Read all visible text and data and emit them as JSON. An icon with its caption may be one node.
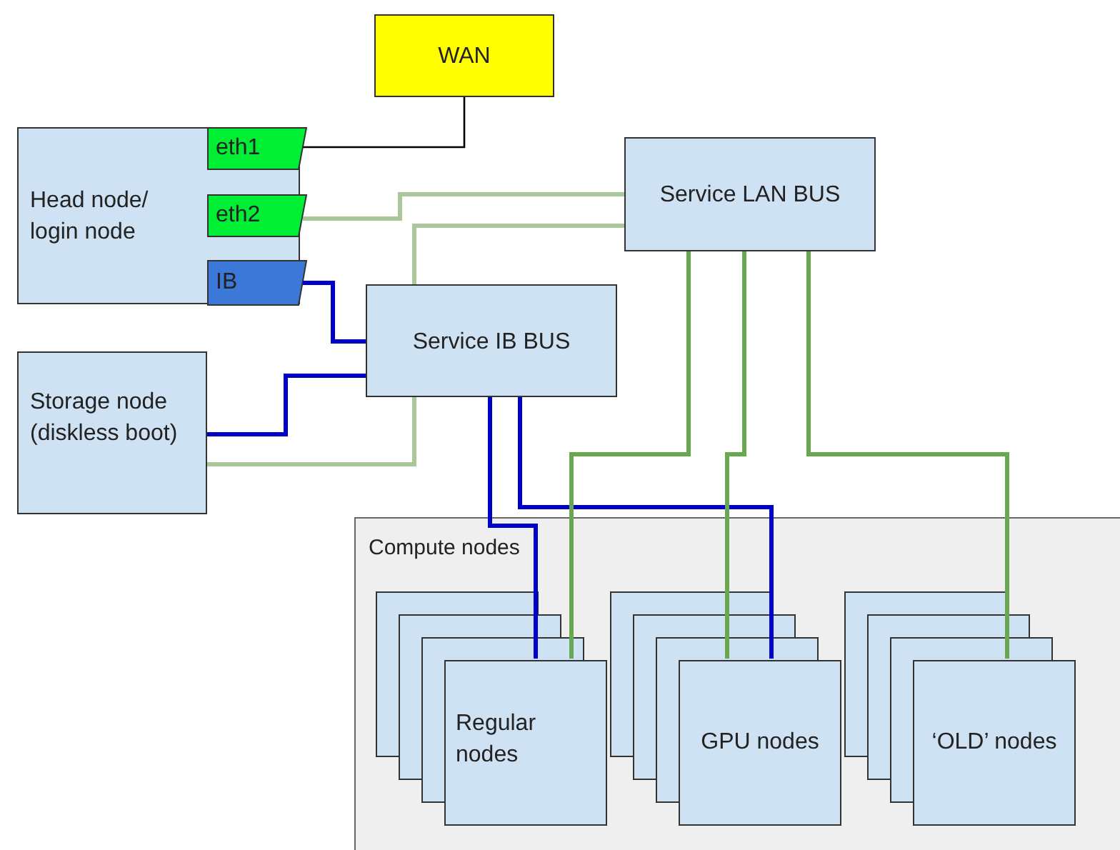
{
  "diagram": {
    "nodes": [
      {
        "text": [
          "WAN"
        ]
      },
      {
        "text": [
          "Head node/ login node"
        ]
      },
      {
        "text": [
          "eth1"
        ]
      },
      {
        "text": [
          "eth2"
        ]
      },
      {
        "text": [
          "IB"
        ]
      },
      {
        "text": [
          "Service LAN BUS"
        ]
      },
      {
        "text": [
          "Service IB BUS"
        ]
      },
      {
        "text": [
          "Storage node (diskless boot)"
        ]
      },
      {
        "text": [
          "Compute nodes"
        ]
      },
      {
        "text": [
          "Regular nodes"
        ],
        "in": 8
      },
      {
        "text": [
          "GPU nodes"
        ],
        "in": 8
      },
      {
        "text": [
          "‘OLD’ nodes"
        ],
        "in": 8
      }
    ],
    "edges": [
      {
        "from": 2,
        "to": 0,
        "arrow": "none",
        "color": "#000000"
      },
      {
        "from": 3,
        "to": 5,
        "arrow": "none",
        "color": "#a8c89a"
      },
      {
        "from": 5,
        "to": 6,
        "arrow": "none",
        "color": "#a8c89a"
      },
      {
        "from": 4,
        "to": 6,
        "arrow": "none",
        "color": "#0000cc"
      },
      {
        "from": 7,
        "to": 6,
        "arrow": "none",
        "color": "#0000cc"
      },
      {
        "from": 6,
        "to": 7,
        "arrow": "none",
        "color": "#a8c89a"
      },
      {
        "from": 6,
        "to": 9,
        "arrow": "none",
        "color": "#0000cc"
      },
      {
        "from": 6,
        "to": 10,
        "arrow": "none",
        "color": "#0000cc"
      },
      {
        "from": 5,
        "to": 9,
        "arrow": "none",
        "color": "#6aa84f"
      },
      {
        "from": 5,
        "to": 10,
        "arrow": "none",
        "color": "#6aa84f"
      },
      {
        "from": 5,
        "to": 11,
        "arrow": "none",
        "color": "#6aa84f"
      }
    ]
  }
}
